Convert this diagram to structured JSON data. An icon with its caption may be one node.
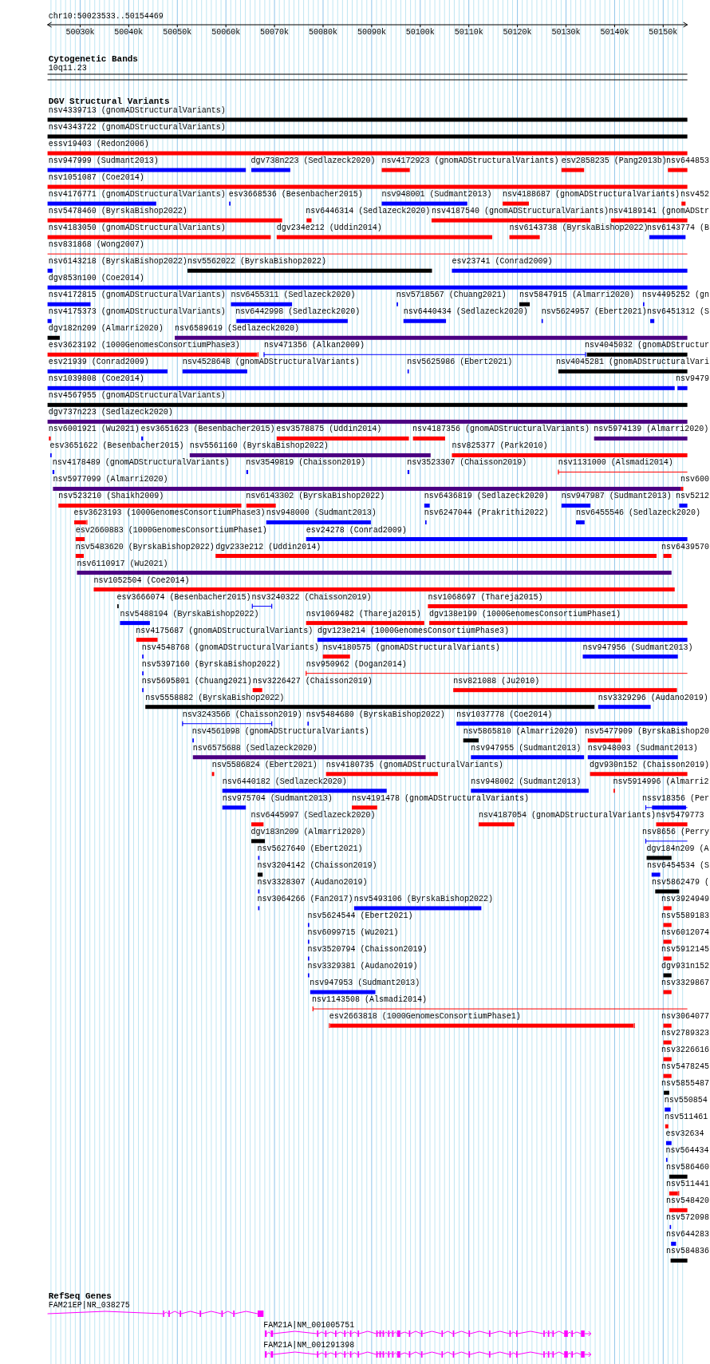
{
  "diagram": {
    "labels": [
      "chr10:50023533..50154469",
      "50030k",
      "50040k",
      "50050k",
      "50060k",
      "50070k",
      "50080k",
      "50090k",
      "50100k",
      "50110k",
      "50120k",
      "50130k",
      "50140k",
      "50150k",
      "Cytogenetic Bands",
      "10q11.23",
      "DGV Structural Variants",
      "nsv4339713 (gnomADStructuralVariants)",
      "nsv4343722 (gnomADStructuralVariants)",
      "essv19403 (Redon2006)",
      "nsv947999 (Sudmant2013)",
      "dgv738n223 (Sedlazeck2020)",
      "nsv4172923 (gnomADStructuralVariants)",
      "esv2858235 (Pang2013b)",
      "nsv644853",
      "nsv1051087 (Coe2014)",
      "nsv4176771 (gnomADStructuralVariants)",
      "esv3668536 (Besenbacher2015)",
      "nsv948001 (Sudmant2013)",
      "nsv4188687 (gnomADStructuralVariants)",
      "nsv452",
      "nsv5478460 (ByrskaBishop2022)",
      "nsv6446314 (Sedlazeck2020)",
      "nsv4187540 (gnomADStructuralVariants)",
      "nsv4189141 (gnomADStr",
      "nsv4183050 (gnomADStructuralVariants)",
      "dgv234e212 (Uddin2014)",
      "nsv6143738 (ByrskaBishop2022)",
      "nsv6143774 (B",
      "nsv831868 (Wong2007)",
      "nsv6143218 (ByrskaBishop2022)",
      "nsv5562022 (ByrskaBishop2022)",
      "esv23741 (Conrad2009)",
      "dgv853n100 (Coe2014)",
      "nsv4172815 (gnomADStructuralVariants)",
      "nsv6455311 (Sedlazeck2020)",
      "nsv5718567 (Chuang2021)",
      "nsv5847915 (Almarri2020)",
      "nsv4495252 (gn",
      "nsv4175373 (gnomADStructuralVariants)",
      "nsv6442998 (Sedlazeck2020)",
      "nsv6440434 (Sedlazeck2020)",
      "nsv5624957 (Ebert2021)",
      "nsv6451312 (S",
      "dgv182n209 (Almarri2020)",
      "nsv6589619 (Sedlazeck2020)",
      "esv3623192 (1000GenomesConsortiumPhase3)",
      "nsv471356 (Alkan2009)",
      "nsv4045032 (gnomADStructur",
      "esv21939 (Conrad2009)",
      "nsv4528648 (gnomADStructuralVariants)",
      "nsv5625986 (Ebert2021)",
      "nsv4045281 (gnomADStructuralVari",
      "nsv1039808 (Coe2014)",
      "nsv9479",
      "nsv4567955 (gnomADStructuralVariants)",
      "dgv737n223 (Sedlazeck2020)",
      "nsv6001921 (Wu2021)",
      "esv3651623 (Besenbacher2015)",
      "esv3578875 (Uddin2014)",
      "nsv4187356 (gnomADStructuralVariants)",
      "nsv5974139 (Almarri2020)",
      "esv3651622 (Besenbacher2015)",
      "nsv5561160 (ByrskaBishop2022)",
      "nsv825377 (Park2010)",
      "nsv4178489 (gnomADStructuralVariants)",
      "nsv3549819 (Chaisson2019)",
      "nsv3523307 (Chaisson2019)",
      "nsv1131000 (Alsmadi2014)",
      "nsv5977099 (Almarri2020)",
      "nsv600",
      "nsv523210 (Shaikh2009)",
      "nsv6143302 (ByrskaBishop2022)",
      "nsv6436819 (Sedlazeck2020)",
      "nsv947987 (Sudmant2013)",
      "nsv5212",
      "esv3623193 (1000GenomesConsortiumPhase3)",
      "nsv948000 (Sudmant2013)",
      "nsv6247044 (Prakrithi2022)",
      "nsv6455546 (Sedlazeck2020)",
      "esv2660883 (1000GenomesConsortiumPhase1)",
      "esv24278 (Conrad2009)",
      "nsv5483620 (ByrskaBishop2022)",
      "dgv233e212 (Uddin2014)",
      "nsv6439570",
      "nsv6110917 (Wu2021)",
      "nsv1052504 (Coe2014)",
      "esv3666074 (Besenbacher2015)",
      "nsv3240322 (Chaisson2019)",
      "nsv1068697 (Thareja2015)",
      "nsv5488194 (ByrskaBishop2022)",
      "nsv1069482 (Thareja2015)",
      "dgv138e199 (1000GenomesConsortiumPhase1)",
      "nsv4175687 (gnomADStructuralVariants)",
      "dgv123e214 (1000GenomesConsortiumPhase3)",
      "nsv4548768 (gnomADStructuralVariants)",
      "nsv4180575 (gnomADStructuralVariants)",
      "nsv947956 (Sudmant2013)",
      "nsv5397160 (ByrskaBishop2022)",
      "nsv950962 (Dogan2014)",
      "nsv5695801 (Chuang2021)",
      "nsv3226427 (Chaisson2019)",
      "nsv821088 (Ju2010)",
      "nsv5558882 (ByrskaBishop2022)",
      "nsv3329296 (Audano2019)",
      "nsv3243566 (Chaisson2019)",
      "nsv5484680 (ByrskaBishop2022)",
      "nsv1037778 (Coe2014)",
      "nsv4561098 (gnomADStructuralVariants)",
      "nsv5865810 (Almarri2020)",
      "nsv5477909 (ByrskaBishop20",
      "nsv6575688 (Sedlazeck2020)",
      "nsv947955 (Sudmant2013)",
      "nsv948003 (Sudmant2013)",
      "nsv5586824 (Ebert2021)",
      "nsv4180735 (gnomADStructuralVariants)",
      "dgv930n152 (Chaisson2019)",
      "nsv6440182 (Sedlazeck2020)",
      "nsv948002 (Sudmant2013)",
      "nsv5914996 (Almarri2",
      "nsv975704 (Sudmant2013)",
      "nsv4191478 (gnomADStructuralVariants)",
      "nssv18356 (Per",
      "nsv6445997 (Sedlazeck2020)",
      "nsv4187054 (gnomADStructuralVariants)",
      "nsv5479773",
      "dgv183n209 (Almarri2020)",
      "nsv8656 (Perry",
      "nsv5627640 (Ebert2021)",
      "dgv184n209 (A",
      "nsv3204142 (Chaisson2019)",
      "nsv6454534 (S",
      "nsv3328307 (Audano2019)",
      "nsv5862479 (",
      "nsv3064266 (Fan2017)",
      "nsv5493106 (ByrskaBishop2022)",
      "nsv3924949",
      "nsv5624544 (Ebert2021)",
      "nsv5589183",
      "nsv6099715 (Wu2021)",
      "nsv6012074",
      "nsv3520794 (Chaisson2019)",
      "nsv5912145",
      "nsv3329381 (Audano2019)",
      "dgv931n152",
      "nsv947953 (Sudmant2013)",
      "nsv3329867",
      "nsv1143508 (Alsmadi2014)",
      "esv2663818 (1000GenomesConsortiumPhase1)",
      "nsv3064077",
      "nsv2789323",
      "nsv3226616",
      "nsv5478245",
      "nsv5855487",
      "nsv550854",
      "nsv511461",
      "esv32634",
      "nsv564434",
      "nsv586460",
      "nsv511441",
      "nsv548420",
      "nsv572098",
      "nsv644283",
      "nsv584836",
      "RefSeq Genes",
      "FAM21EP|NR_038275",
      "FAM21A|NM_001005751",
      "FAM21A|NM_001291398"
    ]
  }
}
